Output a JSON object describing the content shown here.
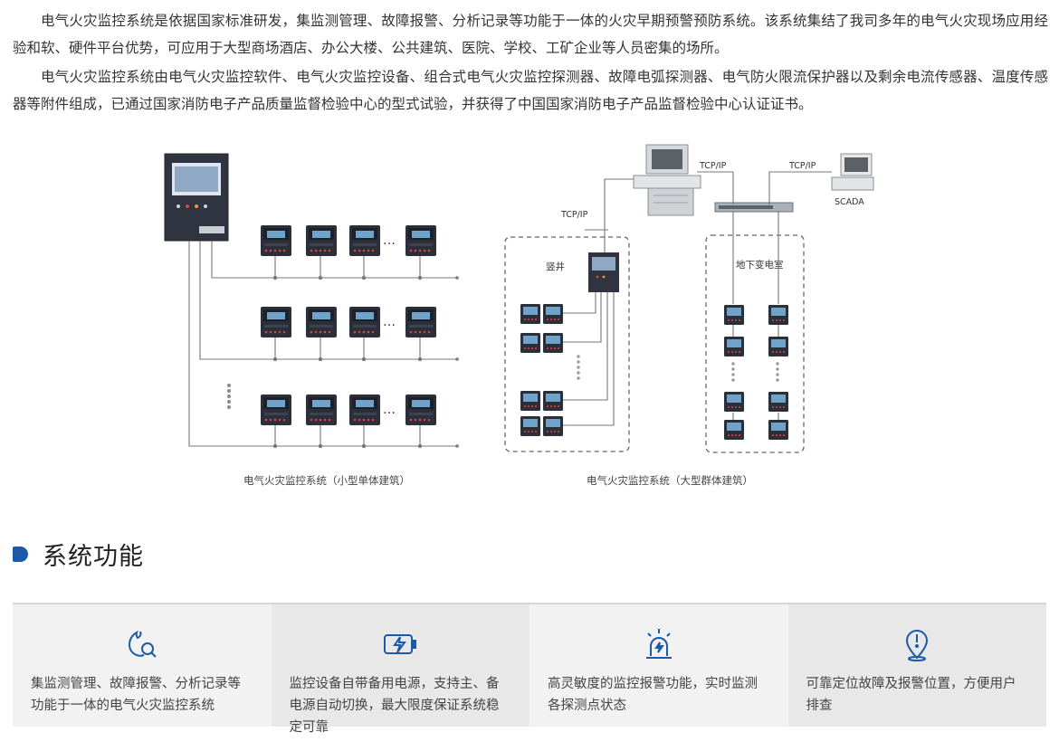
{
  "intro": {
    "p1": "电气火灾监控系统是依据国家标准研发，集监测管理、故障报警、分析记录等功能于一体的火灾早期预警预防系统。该系统集结了我司多年的电气火灾现场应用经验和软、硬件平台优势，可应用于大型商场酒店、办公大楼、公共建筑、医院、学校、工矿企业等人员密集的场所。",
    "p2": "电气火灾监控系统由电气火灾监控软件、电气火灾监控设备、组合式电气火灾监控探测器、故障电弧探测器、电气防火限流保护器以及剩余电流传感器、温度传感器等附件组成，已通过国家消防电子产品质量监督检验中心的型式试验，并获得了中国国家消防电子产品监督检验中心认证证书。"
  },
  "diagram": {
    "left_caption": "电气火灾监控系统（小型单体建筑）",
    "right_caption": "电气火灾监控系统（大型群体建筑）",
    "tcp_left": "TCP/IP",
    "tcp_top": "TCP/IP",
    "tcp_right": "TCP/IP",
    "scada": "SCADA",
    "shaft": "竖井",
    "substation": "地下变电室",
    "ellipsis": "…"
  },
  "section": {
    "title": "系统功能"
  },
  "features": [
    {
      "icon": "fire-search-icon",
      "text": "集监测管理、故障报警、分析记录等功能于一体的电气火灾监控系统"
    },
    {
      "icon": "battery-charge-icon",
      "text": "监控设备自带备用电源，支持主、备电源自动切换，最大限度保证系统稳定可靠"
    },
    {
      "icon": "alarm-light-icon",
      "text": "高灵敏度的监控报警功能，实时监测各探测点状态"
    },
    {
      "icon": "location-alert-icon",
      "text": "可靠定位故障及报警位置，方便用户排查"
    }
  ],
  "colors": {
    "accent": "#1c5aa8",
    "device_dark": "#2b2f3a",
    "feature_bg": "#f2f2f2",
    "feature_bg_alt": "#e8e8e8"
  }
}
